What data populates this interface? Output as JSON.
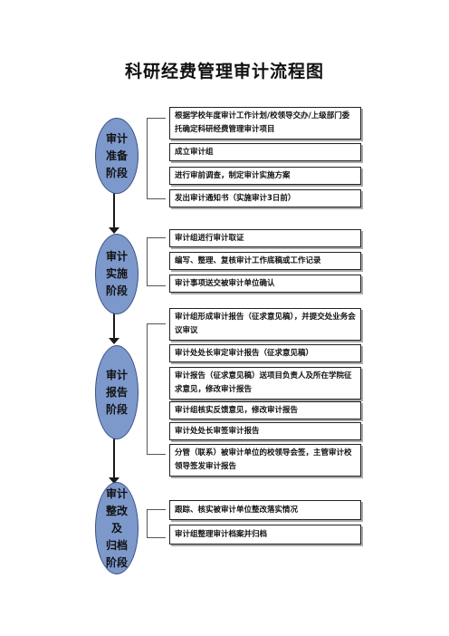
{
  "title": "科研经费管理审计流程图",
  "stages": [
    {
      "label": "审计\n准备\n阶段",
      "steps": [
        "根据学校年度审计工作计划/校领导交办/上级部门委托确定科研经费管理审计项目",
        "成立审计组",
        "进行审前调查，制定审计实施方案",
        "发出审计通知书（实施审计3日前）"
      ]
    },
    {
      "label": "审计\n实施\n阶段",
      "steps": [
        "审计组进行审计取证",
        "编写、整理、复核审计工作底稿或工作记录",
        "审计事项送交被审计单位确认"
      ]
    },
    {
      "label": "审计\n报告\n阶段",
      "steps": [
        "审计组形成审计报告（征求意见稿），并提交处业务会议审议",
        "审计处处长审定审计报告（征求意见稿）",
        "审计报告（征求意见稿）送项目负责人及所在学院征求意见，修改审计报告",
        "审计组核实反馈意见，修改审计报告",
        "审计处处长审签审计报告",
        "分管（联系）被审计单位的校领导会签，主管审计校领导签发审计报告"
      ]
    },
    {
      "label": "审计\n整改\n及\n归档\n阶段",
      "steps": [
        "跟踪、核实被审计单位整改落实情况",
        "审计组整理审计档案并归档"
      ]
    }
  ]
}
